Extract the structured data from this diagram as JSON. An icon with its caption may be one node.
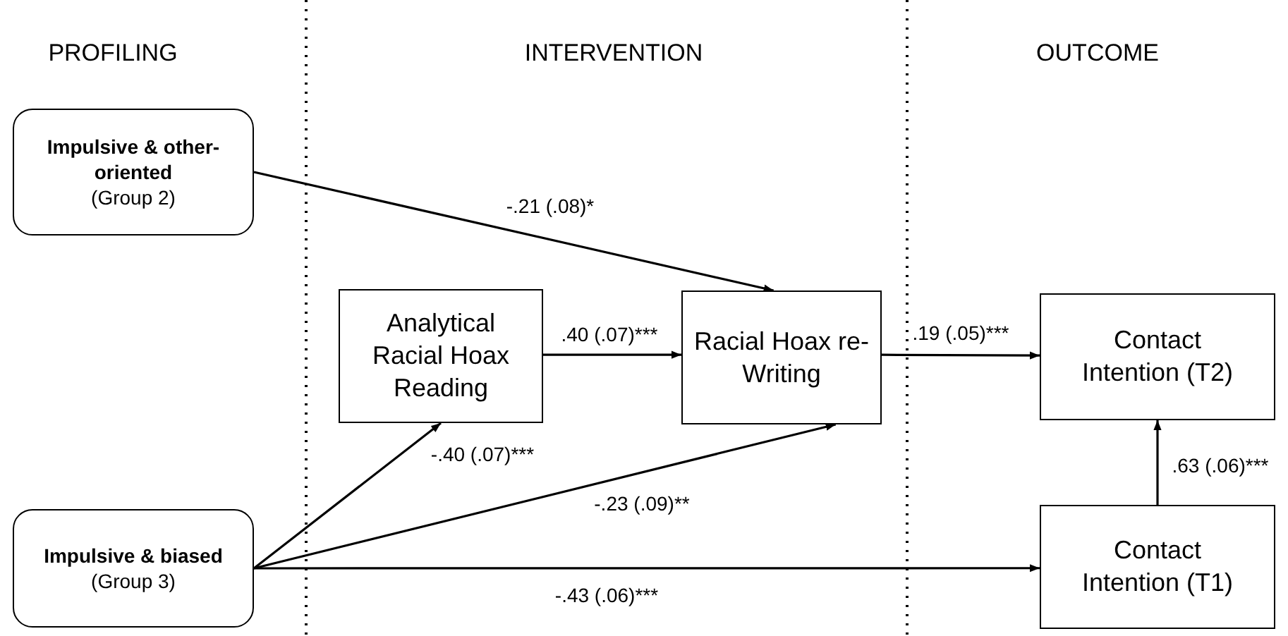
{
  "diagram": {
    "nodes": [
      {
        "text": [
          "Impulsive & other-oriented",
          "(Group 2)"
        ]
      },
      {
        "text": [
          "Analytical Racial Hoax Reading"
        ]
      },
      {
        "text": [
          "Racial Hoax re-Writing"
        ]
      },
      {
        "text": [
          "Contact Intention (T2)"
        ]
      },
      {
        "text": [
          "Impulsive & biased",
          "(Group 3)"
        ]
      },
      {
        "text": [
          "Contact Intention (T1)"
        ]
      }
    ],
    "edges": [
      {
        "from": 0,
        "to": 2,
        "arrow": "to",
        "label": "-.21 (.08)*"
      },
      {
        "from": 1,
        "to": 2,
        "arrow": "to",
        "label": ".40 (.07)***"
      },
      {
        "from": 2,
        "to": 3,
        "arrow": "to",
        "label": ".19 (.05)***"
      },
      {
        "from": 4,
        "to": 1,
        "arrow": "to",
        "label": "-.40 (.07)***"
      },
      {
        "from": 4,
        "to": 2,
        "arrow": "to",
        "label": "-.23 (.09)**"
      },
      {
        "from": 4,
        "to": 5,
        "arrow": "to",
        "label": "-.43 (.06)***"
      },
      {
        "from": 5,
        "to": 3,
        "arrow": "to",
        "label": ".63 (.06)***"
      }
    ],
    "labels": [
      "PROFILING",
      "INTERVENTION",
      "OUTCOME"
    ]
  }
}
